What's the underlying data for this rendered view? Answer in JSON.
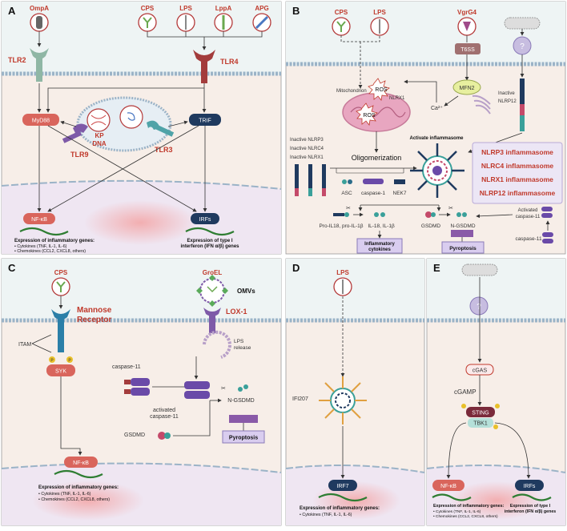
{
  "panels": {
    "A": {
      "letter": "A",
      "ligands": [
        "OmpA",
        "CPS",
        "LPS",
        "LppA",
        "APG"
      ],
      "tlr2": "TLR2",
      "tlr4": "TLR4",
      "myd88": "MyD88",
      "trif": "TRIF",
      "tlr9": "TLR9",
      "tlr3": "TLR3",
      "kp_dna": "KP\nDNA",
      "kp": "KP",
      "dna": "DNA",
      "nfkb": "NF-κB",
      "irfs": "IRFs",
      "expr_title": "Expression of inflammatory genes:",
      "expr_lines": [
        "• Cytokines (TNF, IL-1, IL-6)",
        "• Chemokines (CCL2, CXCL8, others)"
      ],
      "ifn_title_1": "Expression of type I",
      "ifn_title_2": "interferon (IFN α/β) genes"
    },
    "B": {
      "letter": "B",
      "cps": "CPS",
      "lps": "LPS",
      "vgrg4": "VgrG4",
      "t6ss": "T6SS",
      "q": "?",
      "mfn2": "MFN2",
      "ca": "Ca²⁺",
      "mito": "Mitochondrion",
      "ros1": "ROS",
      "ros2": "ROS",
      "nlrx1": "NLRX1",
      "inactive_nlrp12_1": "Inactive",
      "inactive_nlrp12_2": "NLRP12",
      "inactive_list": [
        "Inactive NLRP3",
        "Inactive NLRC4",
        "Inactive NLRX1"
      ],
      "oligo": "Oligomerization",
      "activate": "Activate inflammasome",
      "asc": "ASC",
      "casp1": "caspase-1",
      "nek7": "NEK7",
      "inflammasomes": [
        "NLRP3 inflammasome",
        "NLRC4 inflammasome",
        "NLRX1 inflammasome",
        "NLRP12 inflammasome"
      ],
      "pro_il": "Pro-IL18, pro-IL-1β",
      "il": "IL-18, IL-1β",
      "gsdmd": "GSDMD",
      "ngsdmd": "N-GSDMD",
      "act_casp11_1": "Activated",
      "act_casp11_2": "caspase-11",
      "casp11": "caspase-11",
      "infl_cyt_1": "Inflammatory",
      "infl_cyt_2": "cytokines",
      "pyroptosis": "Pyroptosis"
    },
    "C": {
      "letter": "C",
      "cps": "CPS",
      "mannose_1": "Mannose",
      "mannose_2": "Receptor",
      "itam": "ITAM",
      "p1": "P",
      "p2": "P",
      "syk": "SYK",
      "groel": "GroEL",
      "omvs": "OMVs",
      "lox1": "LOX-1",
      "lps_release_1": "LPS",
      "lps_release_2": "release",
      "casp11": "caspase-11",
      "act_1": "activated",
      "act_2": "caspase-11",
      "gsdmd": "GSDMD",
      "ngsdmd": "N-GSDMD",
      "pyroptosis": "Pyroptosis",
      "nfkb": "NF-κB",
      "expr_title": "Expression of inflammatory genes:",
      "expr_lines": [
        "• Cytokines (TNF, IL-1, IL-6)",
        "• Chemokines (CCL2, CXCL8, others)"
      ]
    },
    "D": {
      "letter": "D",
      "lps": "LPS",
      "ifi207": "IFI207",
      "irf7": "IRF7",
      "expr_title": "Expression of inflammatory genes:",
      "expr_lines": [
        "• Cytokines (TNF, IL-1, IL-6)"
      ]
    },
    "E": {
      "letter": "E",
      "q": "?",
      "cgas": "cGAS",
      "cgamp": "cGAMP",
      "sting": "STING",
      "tbk1": "TBK1",
      "nfkb": "NF-κB",
      "irfs": "IRFs",
      "expr_title": "Expression of inflammatory genes:",
      "expr_lines": [
        "• Cytokines (TNF, IL-1, IL-6)",
        "• Chemokines (CCL2, CXCL8, others)"
      ],
      "ifn_title_1": "Expression of type I",
      "ifn_title_2": "interferon (IFN α/β) genes"
    }
  },
  "colors": {
    "red": "#c0392b",
    "navy": "#1f3a5f",
    "panel_bg": "#f7eee8",
    "top_bg": "#eef4f4"
  }
}
